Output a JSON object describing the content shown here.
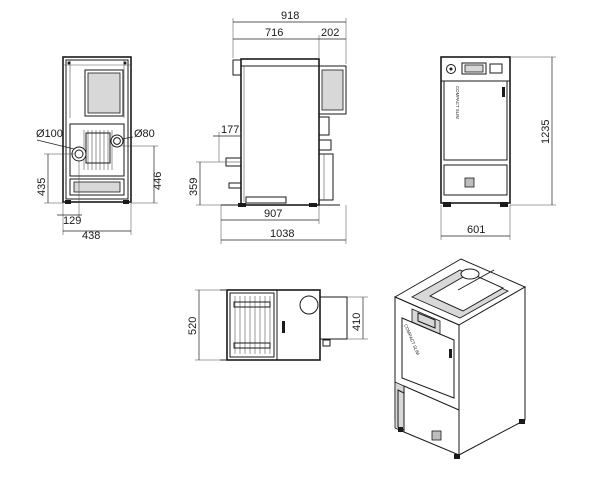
{
  "dimensions": {
    "overall_length": "918",
    "body_depth": "716",
    "rear_offset": "202",
    "pipe_height": "177",
    "pipe_center_height": "359",
    "base_depth": "907",
    "total_depth": "1038",
    "front_width": "601",
    "total_height": "1235",
    "pipe_diameter_left": "Ø100",
    "pipe_diameter_right": "Ø80",
    "left_outlet_height": "435",
    "right_outlet_height": "446",
    "outlet_offset": "129",
    "rear_width": "438",
    "top_depth": "520",
    "hopper_width": "410"
  },
  "product": {
    "side_lettering": "COMPACT SLIM"
  }
}
